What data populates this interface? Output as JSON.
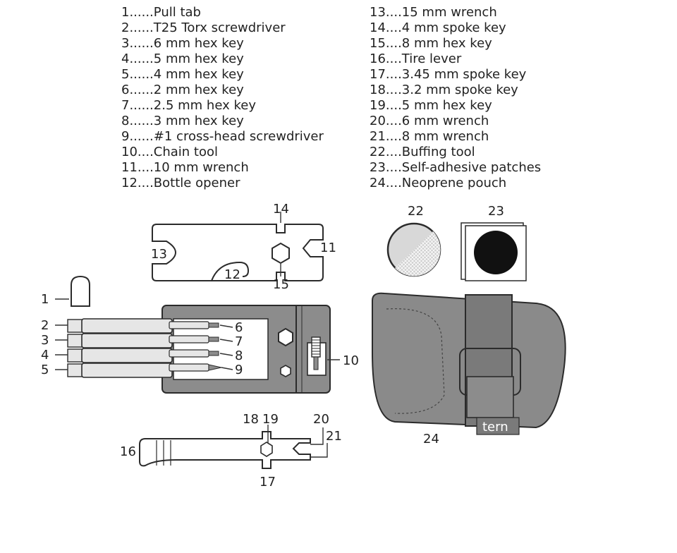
{
  "legend_left": [
    {
      "num": "1",
      "dots": "......",
      "label": "Pull tab"
    },
    {
      "num": "2",
      "dots": "......",
      "label": "T25 Torx screwdriver"
    },
    {
      "num": "3",
      "dots": "......",
      "label": "6 mm hex key"
    },
    {
      "num": "4",
      "dots": "......",
      "label": "5 mm hex key"
    },
    {
      "num": "5",
      "dots": "......",
      "label": "4 mm hex key"
    },
    {
      "num": "6",
      "dots": "......",
      "label": "2 mm hex key"
    },
    {
      "num": "7",
      "dots": "......",
      "label": "2.5 mm hex key"
    },
    {
      "num": "8",
      "dots": "......",
      "label": "3 mm hex key"
    },
    {
      "num": "9",
      "dots": "......",
      "label": "#1 cross-head screwdriver"
    },
    {
      "num": "10",
      "dots": "....",
      "label": "Chain tool"
    },
    {
      "num": "11",
      "dots": "....",
      "label": "10 mm wrench"
    },
    {
      "num": "12",
      "dots": "....",
      "label": "Bottle opener"
    }
  ],
  "legend_right": [
    {
      "num": "13",
      "dots": "....",
      "label": "15 mm wrench"
    },
    {
      "num": "14",
      "dots": "....",
      "label": "4 mm spoke key"
    },
    {
      "num": "15",
      "dots": "....",
      "label": "8 mm hex key"
    },
    {
      "num": "16",
      "dots": "....",
      "label": "Tire lever"
    },
    {
      "num": "17",
      "dots": "....",
      "label": "3.45 mm spoke key"
    },
    {
      "num": "18",
      "dots": "....",
      "label": "3.2 mm spoke key"
    },
    {
      "num": "19",
      "dots": "....",
      "label": "5 mm hex key"
    },
    {
      "num": "20",
      "dots": "....",
      "label": "6 mm wrench"
    },
    {
      "num": "21",
      "dots": "....",
      "label": "8 mm wrench"
    },
    {
      "num": "22",
      "dots": "....",
      "label": "Buffing tool"
    },
    {
      "num": "23",
      "dots": "....",
      "label": "Self-adhesive patches"
    },
    {
      "num": "24",
      "dots": "....",
      "label": "Neoprene pouch"
    }
  ],
  "callouts": {
    "c1": "1",
    "c2": "2",
    "c3": "3",
    "c4": "4",
    "c5": "5",
    "c6": "6",
    "c7": "7",
    "c8": "8",
    "c9": "9",
    "c10": "10",
    "c11": "11",
    "c12": "12",
    "c13": "13",
    "c14": "14",
    "c15": "15",
    "c16": "16",
    "c17": "17",
    "c18": "18",
    "c19": "19",
    "c20": "20",
    "c21": "21",
    "c22": "22",
    "c23": "23",
    "c24": "24"
  },
  "brand_mark": "tern",
  "colors": {
    "tool_gray": "#8c8c8c",
    "tool_dark": "#6f6f6f",
    "bit_light": "#e6e6e6",
    "outline": "#2b2b2b",
    "pouch": "#8a8a8a",
    "patch_black": "#111111"
  }
}
